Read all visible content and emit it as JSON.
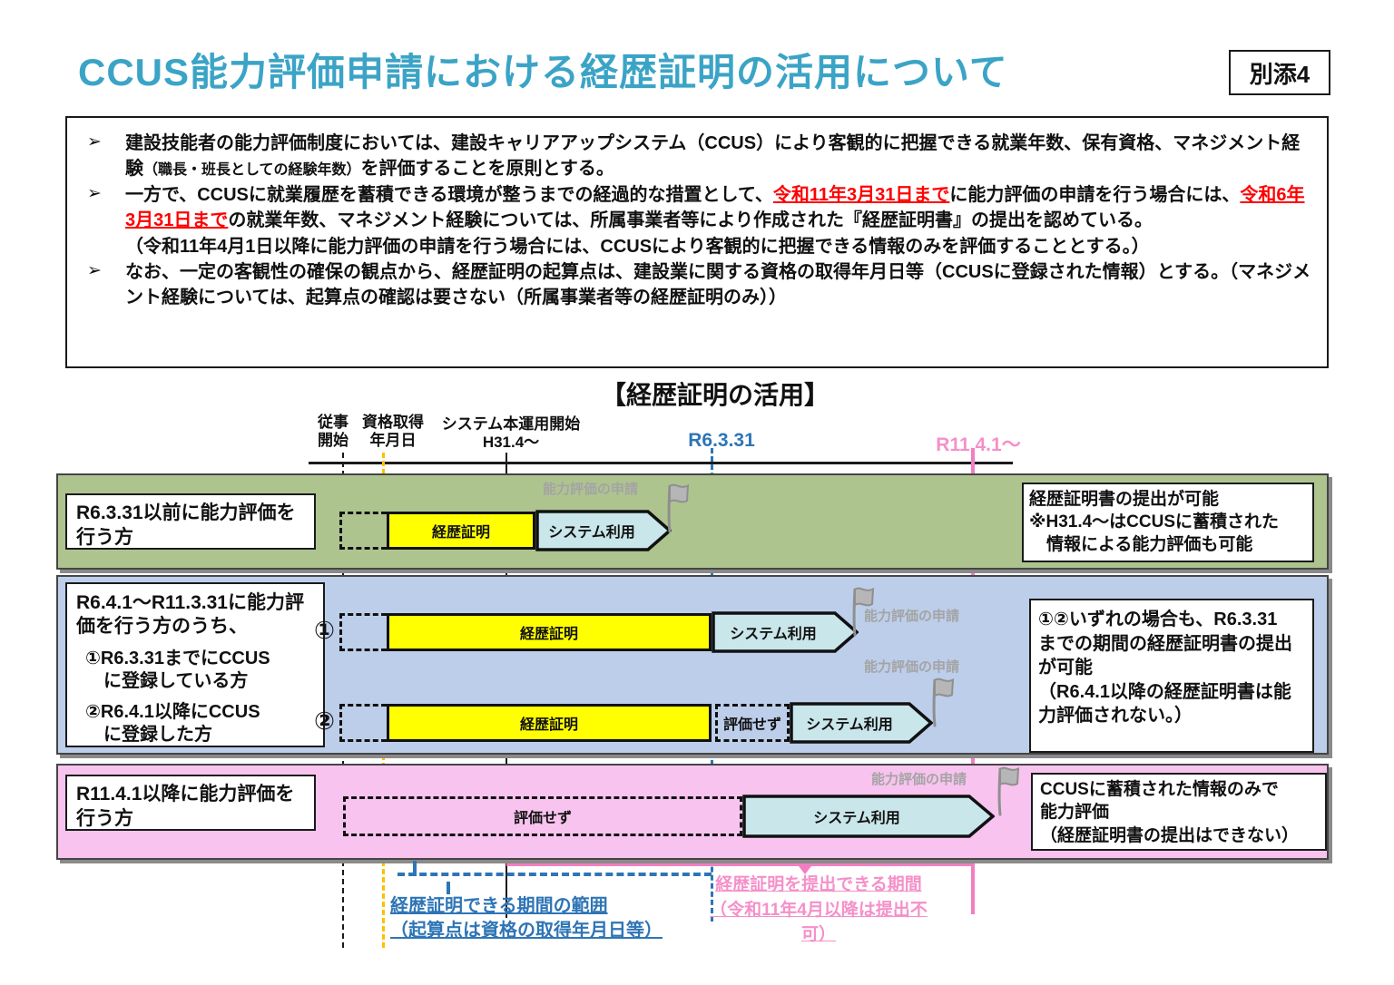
{
  "header": {
    "title": "CCUS能力評価申請における経歴証明の活用について",
    "attachment_label": "別添4"
  },
  "notes": {
    "bullet_marker": "➢",
    "b1_part1": "建設技能者の能力評価制度においては、建設キャリアアップシステム（CCUS）により客観的に把握できる就業年数、保有資格、マネジメント経験",
    "b1_small": "（職長・班長としての経験年数）",
    "b1_part2": "を評価することを原則とする。",
    "b2_part1": "一方で、CCUSに就業履歴を蓄積できる環境が整うまでの経過的な措置として、",
    "b2_red1": "令和11年3月31日まで",
    "b2_part2": "に能力評価の申請を行う場合には、",
    "b2_red2": "令和6年3月31日まで",
    "b2_part3": "の就業年数、マネジメント経験については、所属事業者等により作成された『経歴証明書』の提出を認めている。",
    "b2_note": "（令和11年4月1日以降に能力評価の申請を行う場合には、CCUSにより客観的に把握できる情報のみを評価することとする。）",
    "b3": "なお、一定の客観性の確保の観点から、経歴証明の起算点は、建設業に関する資格の取得年月日等（CCUSに登録された情報）とする。（マネジメント経験については、起算点の確認は要さない（所属事業者等の経歴証明のみ））"
  },
  "diagram": {
    "title": "【経歴証明の活用】",
    "axis": {
      "start_work": "従事\n開始",
      "qualification": "資格取得\n年月日",
      "system_start": "システム本運用開始\nH31.4～",
      "r6": "R6.3.31",
      "r11": "R11.4.1～"
    },
    "rows": {
      "green": {
        "label": "R6.3.31以前に能力評価を行う方",
        "bar_career": "経歴証明",
        "bar_system": "システム利用",
        "flag_caption": "能力評価の申請",
        "note": "経歴証明書の提出が可能\n※H31.4～はCCUSに蓄積された\n　情報による能力評価も可能"
      },
      "blue": {
        "label_main": "R6.4.1～R11.3.31に能力評価を行う方のうち、",
        "label_item1": "①R6.3.31までにCCUS\n　に登録している方",
        "label_item2": "②R6.4.1以降にCCUS\n　に登録した方",
        "row1_mark": "①",
        "row2_mark": "②",
        "bar_career": "経歴証明",
        "bar_system": "システム利用",
        "bar_skip": "評価せず",
        "flag_caption": "能力評価の申請",
        "note": "①②いずれの場合も、R6.3.31\nまでの期間の経歴証明書の提出\nが可能\n（R6.4.1以降の経歴証明書は能\n力評価されない。）"
      },
      "pink": {
        "label": "R11.4.1以降に能力評価を行う方",
        "bar_skip": "評価せず",
        "bar_system": "システム利用",
        "flag_caption": "能力評価の申請",
        "note": "CCUSに蓄積された情報のみで\n能力評価\n（経歴証明書の提出はできない）"
      }
    },
    "footers": {
      "blue_note": "経歴証明できる期間の範囲\n（起算点は資格の取得年月日等）",
      "pink_note": "経歴証明を提出できる期間\n（令和11年4月以降は提出不可）"
    }
  },
  "colors": {
    "accentTitle": "#3BA4C6",
    "bandGreen": "#AEC48F",
    "bandBlue": "#BCCEEA",
    "bandPink": "#F8C3EE",
    "barYellow": "#FFFF00",
    "barTeal": "#C9E6EA",
    "lineOrange": "#FFC000",
    "lineBlue": "#2E75B6",
    "linePink": "#F27EC1",
    "textPink": "#F590C9",
    "textGray": "#A4A4A4",
    "red": "#FF0000"
  }
}
